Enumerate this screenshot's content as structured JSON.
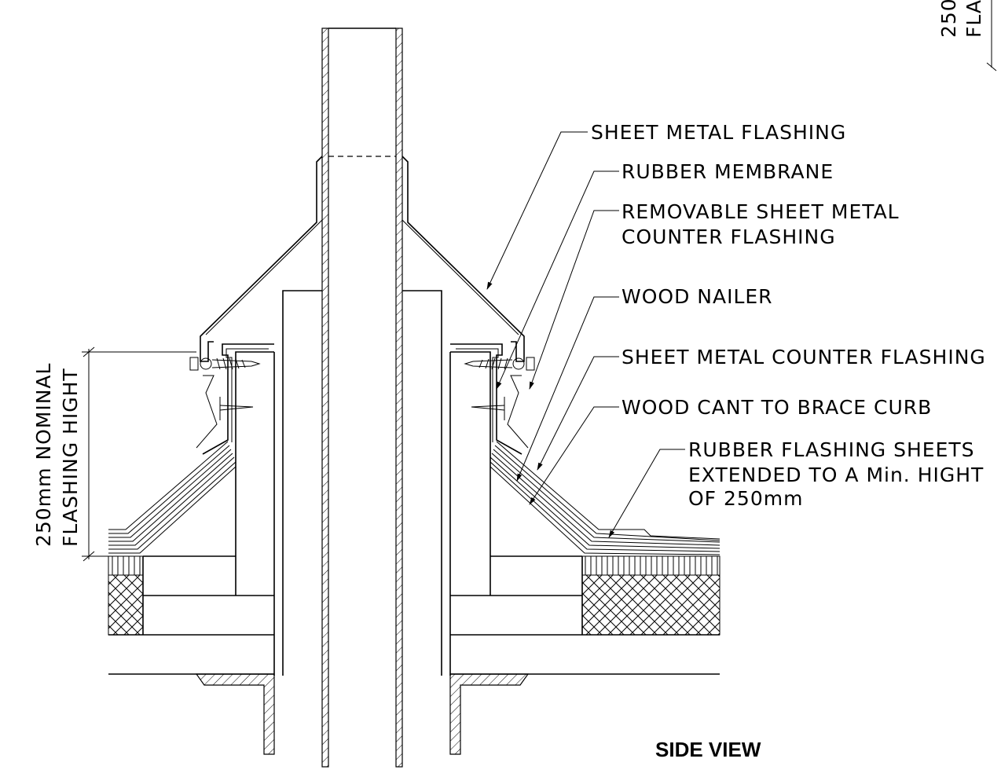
{
  "labels": {
    "sheet_metal_flashing": "SHEET  METAL  FLASHING",
    "rubber_membrane": "RUBBER  MEMBRANE",
    "removable_counter_1": "REMOVABLE  SHEET  METAL",
    "removable_counter_2": "COUNTER  FLASHING",
    "wood_nailer": "WOOD  NAILER",
    "sheet_metal_counter": "SHEET  METAL  COUNTER  FLASHING",
    "wood_cant": "WOOD  CANT  TO  BRACE  CURB",
    "rubber_sheets_1": "RUBBER  FLASHING  SHEETS",
    "rubber_sheets_2": "EXTENDED  TO  A  Min.  HIGHT",
    "rubber_sheets_3": "OF  250mm"
  },
  "dimension": {
    "line1": "250mm  NOMINAL",
    "line2": "FLASHING  HIGHT",
    "corner_line1": "250",
    "corner_line2": "FLAS"
  },
  "view_title": "SIDE VIEW"
}
